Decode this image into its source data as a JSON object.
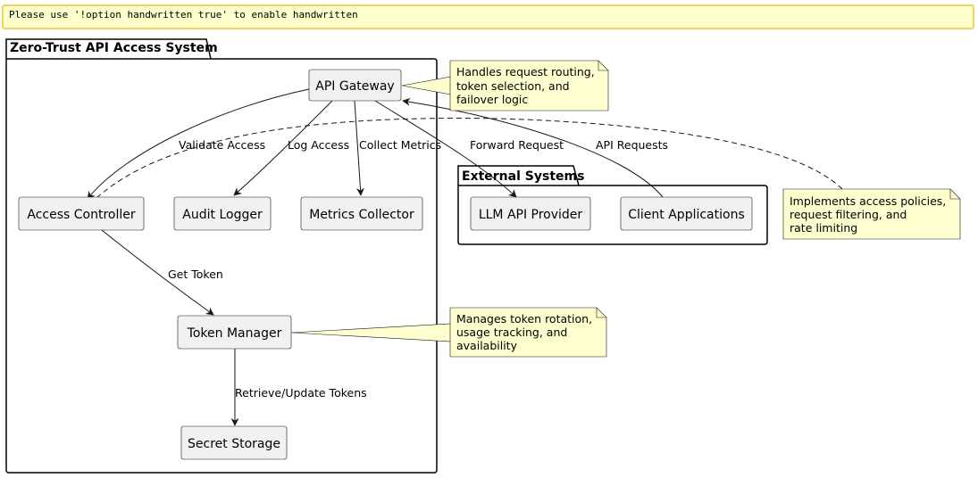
{
  "warning": "Please use '!option handwritten true' to enable handwritten",
  "packages": {
    "zero_trust": "Zero-Trust API Access System",
    "external": "External Systems"
  },
  "nodes": {
    "api_gateway": "API Gateway",
    "access_controller": "Access Controller",
    "audit_logger": "Audit Logger",
    "metrics_collector": "Metrics Collector",
    "token_manager": "Token Manager",
    "secret_storage": "Secret Storage",
    "llm_api_provider": "LLM API Provider",
    "client_applications": "Client Applications"
  },
  "edges": {
    "validate_access": "Validate Access",
    "log_access": "Log Access",
    "collect_metrics": "Collect Metrics",
    "forward_request": "Forward Request",
    "api_requests": "API Requests",
    "get_token": "Get Token",
    "retrieve_update_tokens": "Retrieve/Update Tokens"
  },
  "notes": {
    "gateway": [
      "Handles request routing,",
      "token selection, and",
      "failover logic"
    ],
    "access": [
      "Implements access policies,",
      "request filtering, and",
      "rate limiting"
    ],
    "token": [
      "Manages token rotation,",
      "usage tracking, and",
      "availability"
    ]
  }
}
